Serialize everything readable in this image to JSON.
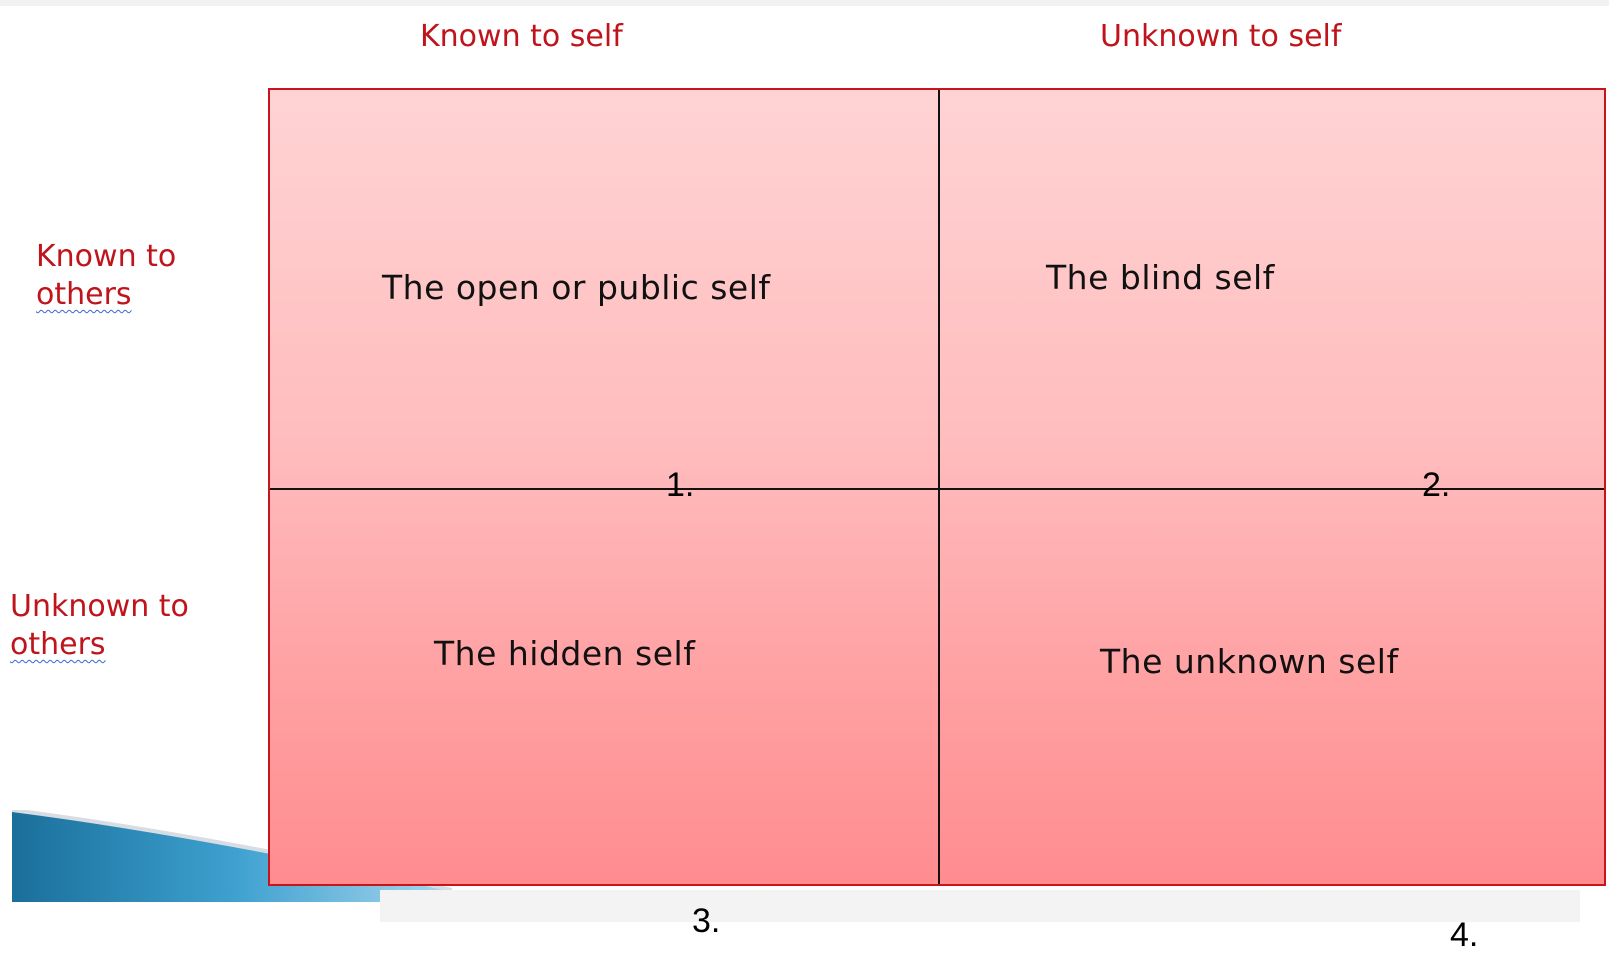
{
  "columns": [
    {
      "label": "Known to self"
    },
    {
      "label": "Unknown to self"
    }
  ],
  "rows": [
    {
      "line1": "Known to",
      "line2": "others"
    },
    {
      "line1": "Unknown to",
      "line2": "others"
    }
  ],
  "quadrants": [
    {
      "text": "The open or public self",
      "number": "1."
    },
    {
      "text": "The blind self",
      "number": "2."
    },
    {
      "text": "The hidden self",
      "number": "3."
    },
    {
      "text": "The unknown self",
      "number": "4."
    }
  ],
  "colors": {
    "header_text": "#c0141c",
    "grid_border": "#c8141c",
    "grid_fill_top": "#ffd3d4",
    "grid_fill_bottom": "#ff8c8f",
    "divider": "#111111"
  }
}
